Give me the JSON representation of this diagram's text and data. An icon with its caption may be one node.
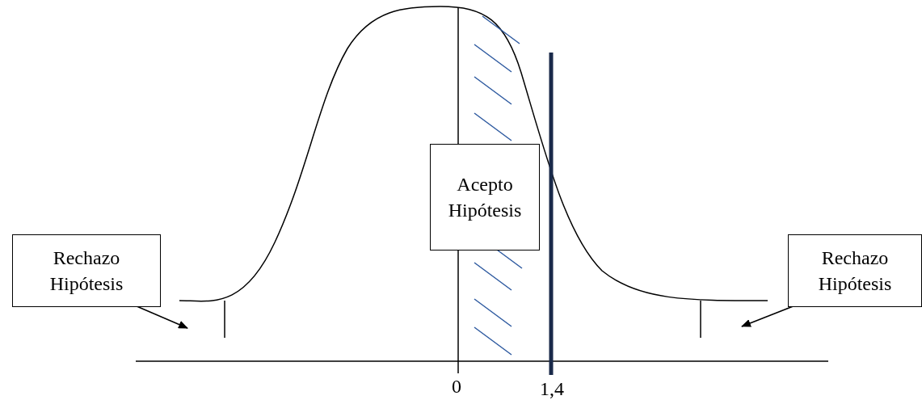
{
  "diagram": {
    "nodes": [
      {
        "text": [
          "Rechazo Hipótesis"
        ]
      },
      {
        "text": [
          "Acepto Hipótesis"
        ]
      },
      {
        "text": [
          "Rechazo Hipótesis"
        ]
      }
    ],
    "edges": [
      {
        "from": 0,
        "to": null,
        "arrow": "to"
      },
      {
        "from": 2,
        "to": null,
        "arrow": "to"
      }
    ],
    "labels": [
      "0",
      "1,4"
    ]
  }
}
